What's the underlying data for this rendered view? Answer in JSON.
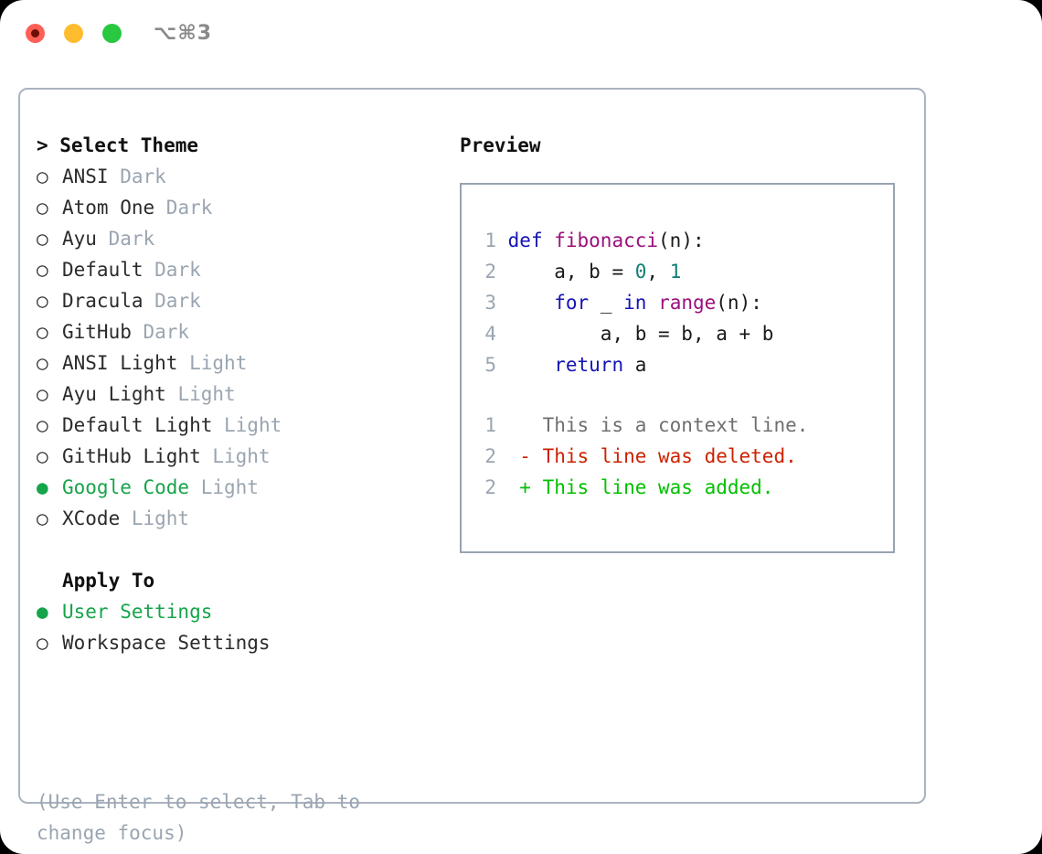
{
  "window": {
    "traffic_lights": [
      "close-red",
      "minimize-yellow",
      "maximize-green"
    ],
    "shortcut_label": "⌥⌘3"
  },
  "theme_picker": {
    "header": "> Select Theme",
    "prompt_symbol": ">",
    "selected_theme": "Google Code",
    "bullet_unselected": "○",
    "bullet_selected": "●",
    "options": [
      {
        "bullet": "○",
        "name": "ANSI",
        "variant": "Dark",
        "selected": false
      },
      {
        "bullet": "○",
        "name": "Atom One",
        "variant": "Dark",
        "selected": false
      },
      {
        "bullet": "○",
        "name": "Ayu",
        "variant": "Dark",
        "selected": false
      },
      {
        "bullet": "○",
        "name": "Default",
        "variant": "Dark",
        "selected": false
      },
      {
        "bullet": "○",
        "name": "Dracula",
        "variant": "Dark",
        "selected": false
      },
      {
        "bullet": "○",
        "name": "GitHub",
        "variant": "Dark",
        "selected": false
      },
      {
        "bullet": "○",
        "name": "ANSI Light",
        "variant": "Light",
        "selected": false
      },
      {
        "bullet": "○",
        "name": "Ayu Light",
        "variant": "Light",
        "selected": false
      },
      {
        "bullet": "○",
        "name": "Default Light",
        "variant": "Light",
        "selected": false
      },
      {
        "bullet": "○",
        "name": "GitHub Light",
        "variant": "Light",
        "selected": false
      },
      {
        "bullet": "●",
        "name": "Google Code",
        "variant": "Light",
        "selected": true
      },
      {
        "bullet": "○",
        "name": "XCode",
        "variant": "Light",
        "selected": false
      }
    ]
  },
  "apply_to": {
    "header": "Apply To",
    "selected_scope": "User Settings",
    "options": [
      {
        "bullet": "●",
        "name": "User Settings",
        "variant": "",
        "selected": true
      },
      {
        "bullet": "○",
        "name": "Workspace Settings",
        "variant": "",
        "selected": false
      }
    ]
  },
  "hint": {
    "text": "(Use Enter to select, Tab to change focus)"
  },
  "preview": {
    "title": "Preview",
    "code_lines": [
      {
        "number": "1",
        "tokens": [
          {
            "text": "def ",
            "kind": "kw"
          },
          {
            "text": "fibonacci",
            "kind": "fn"
          },
          {
            "text": "(n):",
            "kind": "pl"
          }
        ]
      },
      {
        "number": "2",
        "tokens": [
          {
            "text": "    a, b = ",
            "kind": "pl"
          },
          {
            "text": "0",
            "kind": "num"
          },
          {
            "text": ", ",
            "kind": "pl"
          },
          {
            "text": "1",
            "kind": "num"
          }
        ]
      },
      {
        "number": "3",
        "tokens": [
          {
            "text": "    ",
            "kind": "pl"
          },
          {
            "text": "for",
            "kind": "kw"
          },
          {
            "text": " _ ",
            "kind": "pl"
          },
          {
            "text": "in",
            "kind": "kw"
          },
          {
            "text": " ",
            "kind": "pl"
          },
          {
            "text": "range",
            "kind": "fn"
          },
          {
            "text": "(n):",
            "kind": "pl"
          }
        ]
      },
      {
        "number": "4",
        "tokens": [
          {
            "text": "        a, b = b, a + b",
            "kind": "pl"
          }
        ]
      },
      {
        "number": "5",
        "tokens": [
          {
            "text": "    ",
            "kind": "pl"
          },
          {
            "text": "return",
            "kind": "kw"
          },
          {
            "text": " a",
            "kind": "pl"
          }
        ]
      }
    ],
    "diff_lines": [
      {
        "number": "1",
        "marker": " ",
        "text": "This is a context line.",
        "kind": "context"
      },
      {
        "number": "2",
        "marker": "-",
        "text": "This line was deleted.",
        "kind": "deleted"
      },
      {
        "number": "2",
        "marker": "+",
        "text": "This line was added.",
        "kind": "added"
      }
    ]
  },
  "colors": {
    "accent_green": "#16a44a",
    "diff_add": "#00c000",
    "diff_del": "#cc2200",
    "muted": "#9aa5b1",
    "keyword": "#1414b4",
    "function": "#9c0f7b",
    "number": "#0f7d74",
    "border": "#aab3c0"
  }
}
